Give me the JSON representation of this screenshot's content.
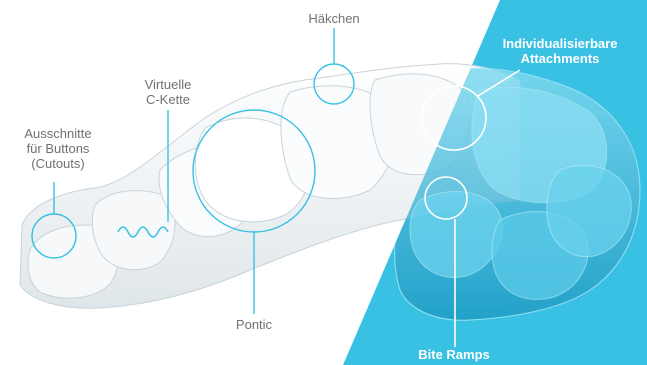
{
  "colors": {
    "background": "#ffffff",
    "accent_panel": "#39c1e4",
    "label_dark": "#6f7174",
    "label_light": "#ffffff",
    "callout_line_on_white": "#39c1e4",
    "callout_line_on_blue": "#ffffff",
    "aligner_clear": "#eef2f4",
    "aligner_tinted": "#58c9e7"
  },
  "labels": {
    "cutouts": [
      "Ausschnitte",
      "für Buttons",
      "(Cutouts)"
    ],
    "c_chain": [
      "Virtuelle",
      "C-Kette"
    ],
    "hooks": [
      "Häkchen"
    ],
    "attachments": [
      "Individualisierbare",
      "Attachments"
    ],
    "pontic": [
      "Pontic"
    ],
    "bite_ramps": [
      "Bite Ramps"
    ]
  }
}
